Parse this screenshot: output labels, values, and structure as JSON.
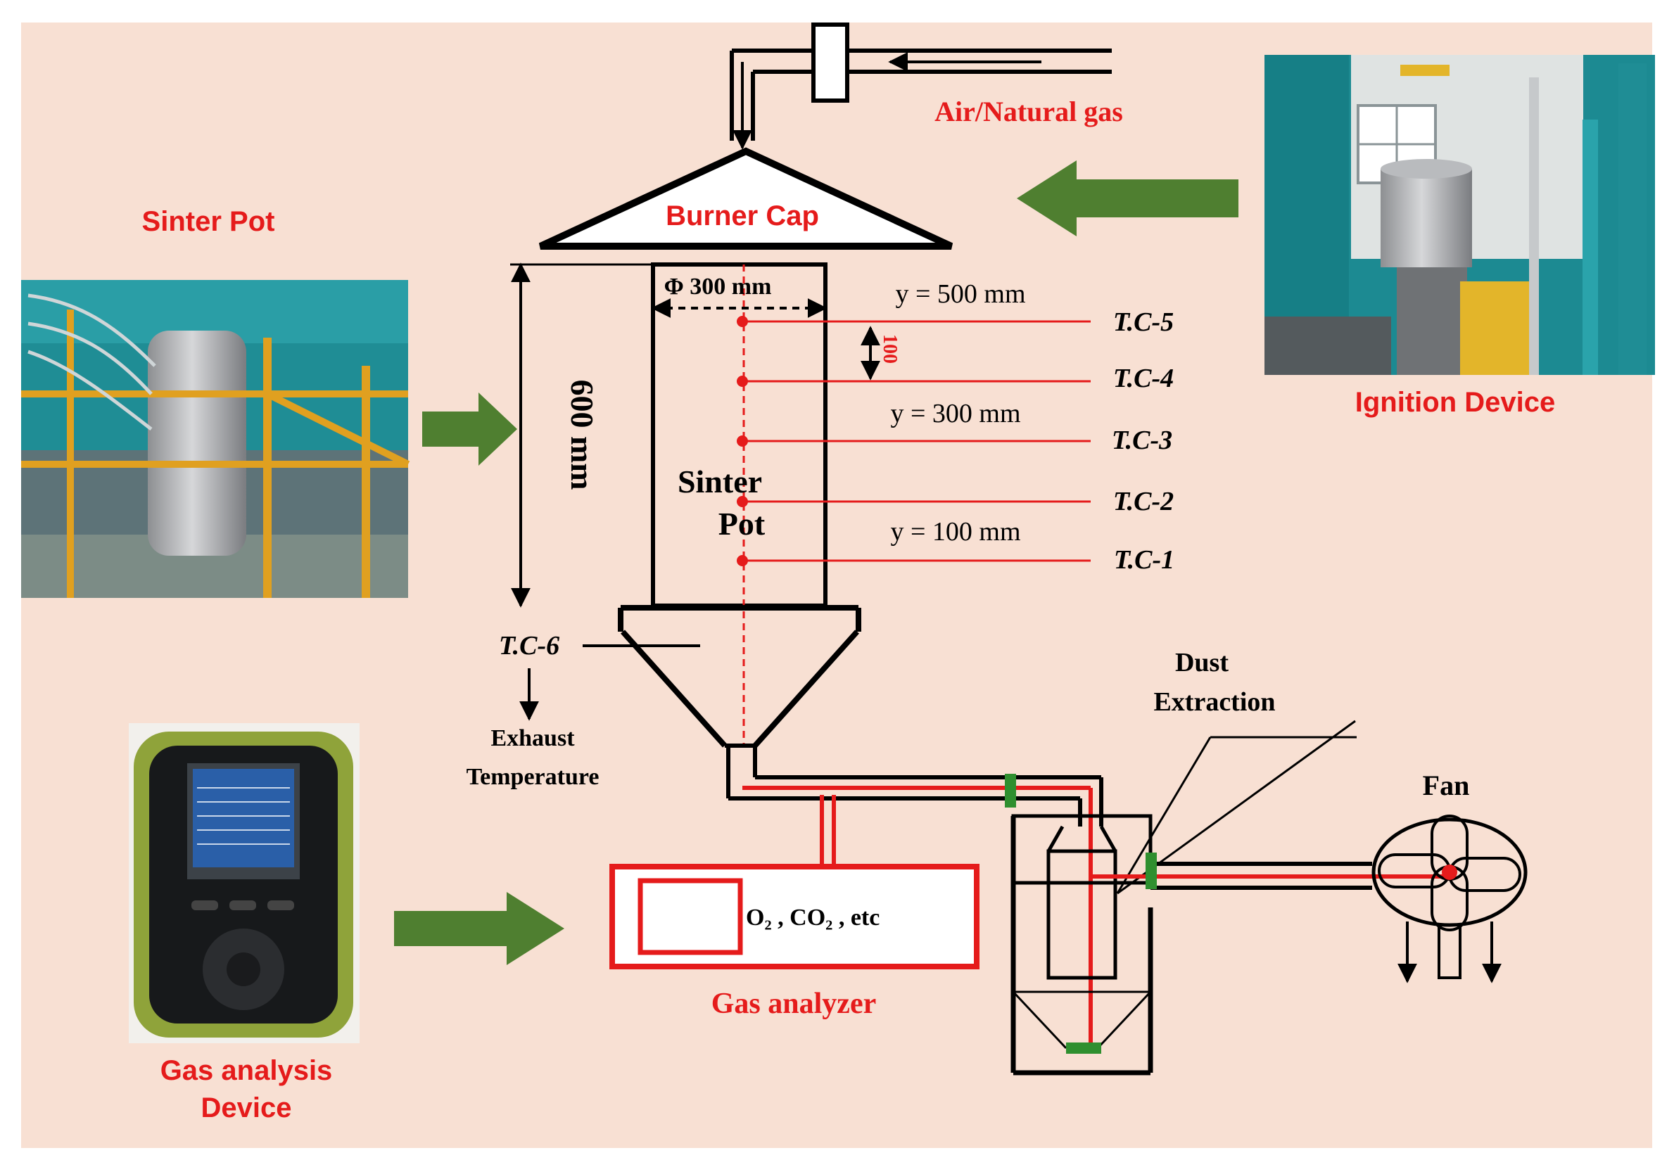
{
  "colors": {
    "background": "#f8e0d3",
    "red": "#e51b1b",
    "green": "#4f7f30",
    "black": "#000000"
  },
  "labels": {
    "sinter_pot_title": "Sinter Pot",
    "ignition_device": "Ignition Device",
    "gas_analysis_device_line1": "Gas analysis",
    "gas_analysis_device_line2": "Device",
    "gas_analyzer": "Gas analyzer",
    "air_natural_gas": "Air/Natural gas",
    "burner_cap": "Burner Cap",
    "diameter": "Φ 300 mm",
    "height": "600 mm",
    "spacing": "100",
    "pot_line1": "Sinter",
    "pot_line2": "Pot",
    "y500": "y = 500 mm",
    "y300": "y = 300 mm",
    "y100": "y = 100 mm",
    "tc5": "T.C-5",
    "tc4": "T.C-4",
    "tc3": "T.C-3",
    "tc2": "T.C-2",
    "tc1": "T.C-1",
    "tc6": "T.C-6",
    "exhaust_line1": "Exhaust",
    "exhaust_line2": "Temperature",
    "dust_line1": "Dust",
    "dust_line2": "Extraction",
    "fan": "Fan",
    "gases": "O₂ ,  CO₂ , etc"
  },
  "icons": {
    "sinter_pot_photo": "sinter-pot-photo",
    "ignition_photo": "ignition-device-photo",
    "gas_device_photo": "gas-analysis-device-photo",
    "arrow": "green-arrow-icon"
  }
}
